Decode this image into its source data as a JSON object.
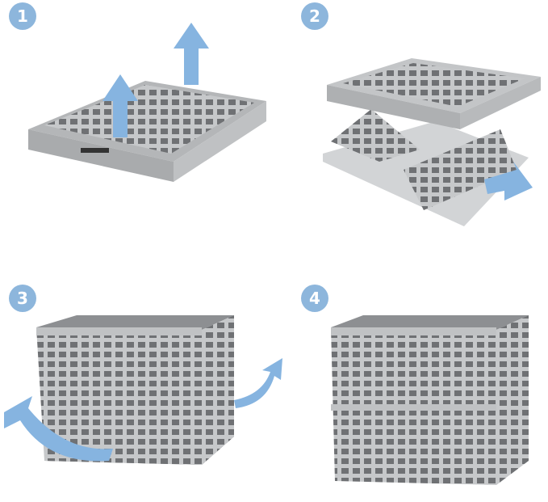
{
  "steps": [
    {
      "number": "1"
    },
    {
      "number": "2"
    },
    {
      "number": "3"
    },
    {
      "number": "4"
    }
  ],
  "colors": {
    "badge": "#8db6dc",
    "arrow": "#86b4e0",
    "crate": "#c2c4c6",
    "crate_dark": "#8d8f92"
  }
}
